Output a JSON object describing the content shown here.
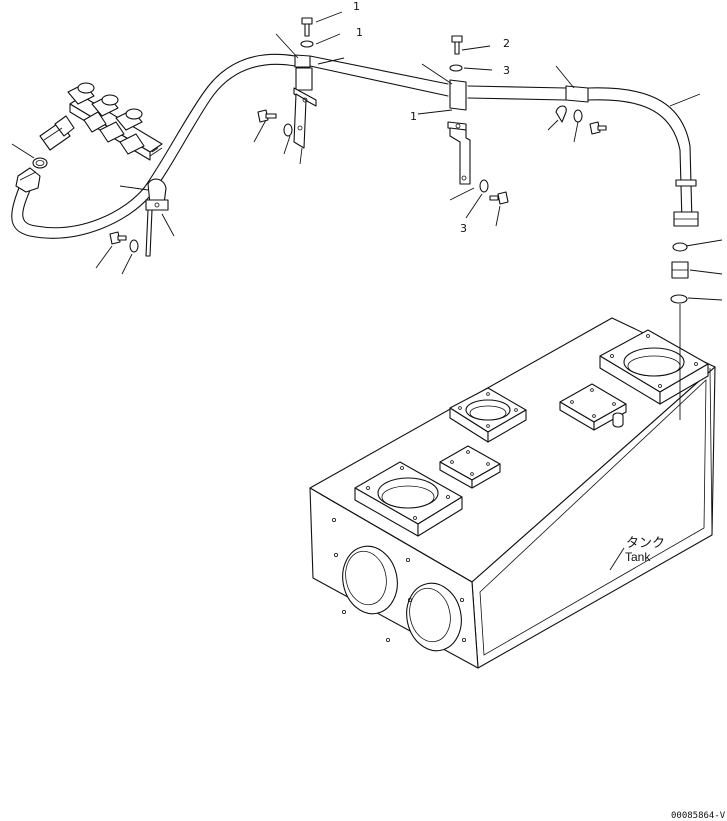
{
  "tank_label": {
    "japanese": "タンク",
    "english": "Tank"
  },
  "callouts": {
    "n1": "1",
    "n2": "2",
    "n3": "3"
  },
  "drawing_id": "00085864-V"
}
